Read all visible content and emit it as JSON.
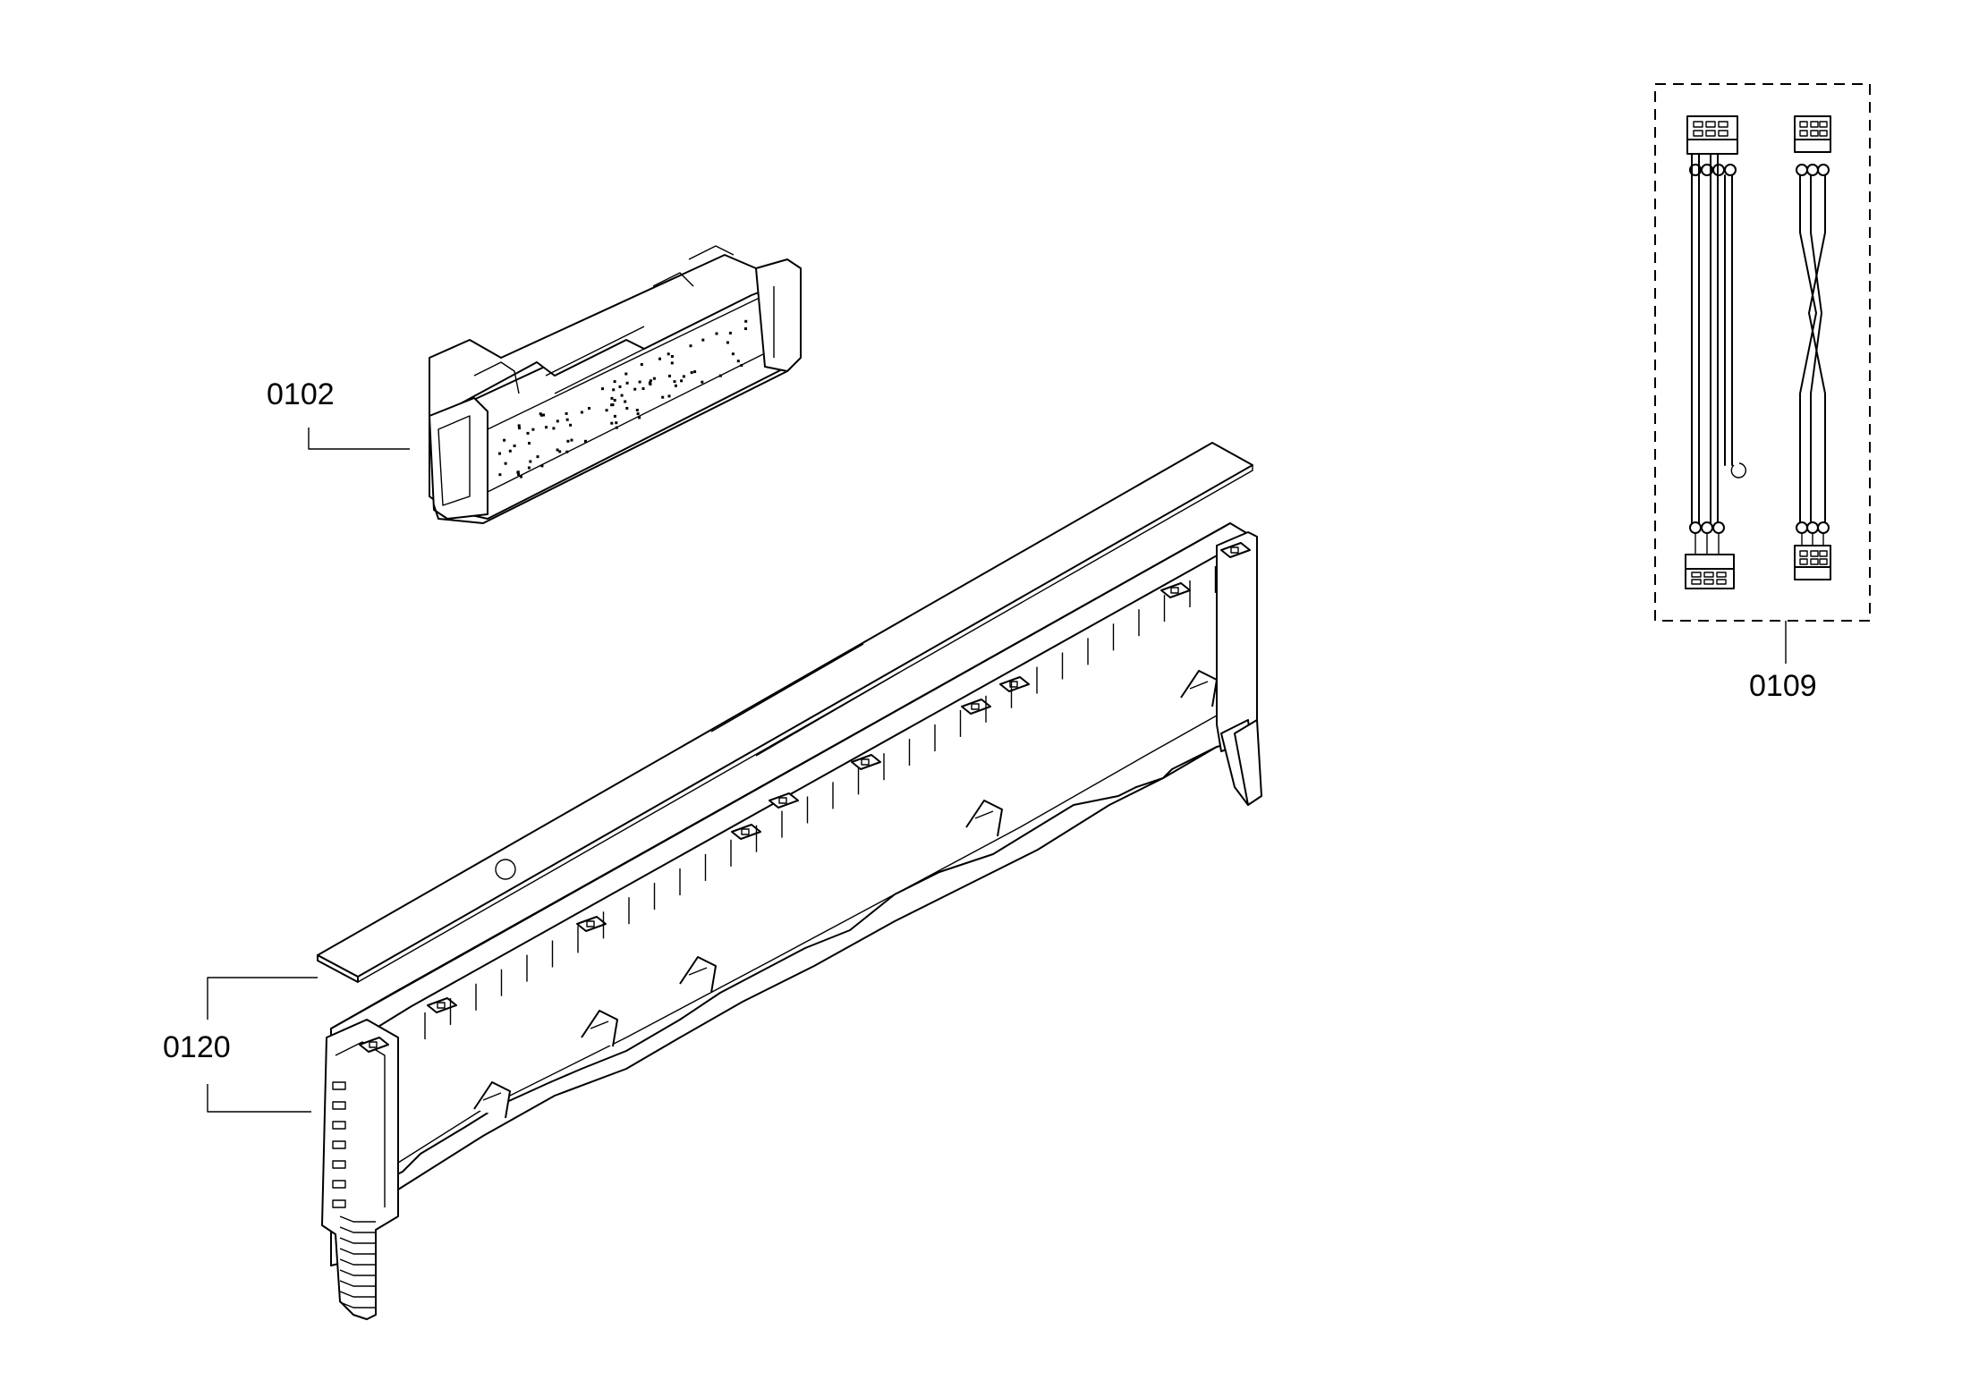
{
  "parts": [
    {
      "id": "control-module",
      "label": "0102"
    },
    {
      "id": "cable-harness-set",
      "label": "0109"
    },
    {
      "id": "control-panel-assembly",
      "label": "0120"
    }
  ],
  "colors": {
    "line": "#000000",
    "background": "#ffffff"
  }
}
